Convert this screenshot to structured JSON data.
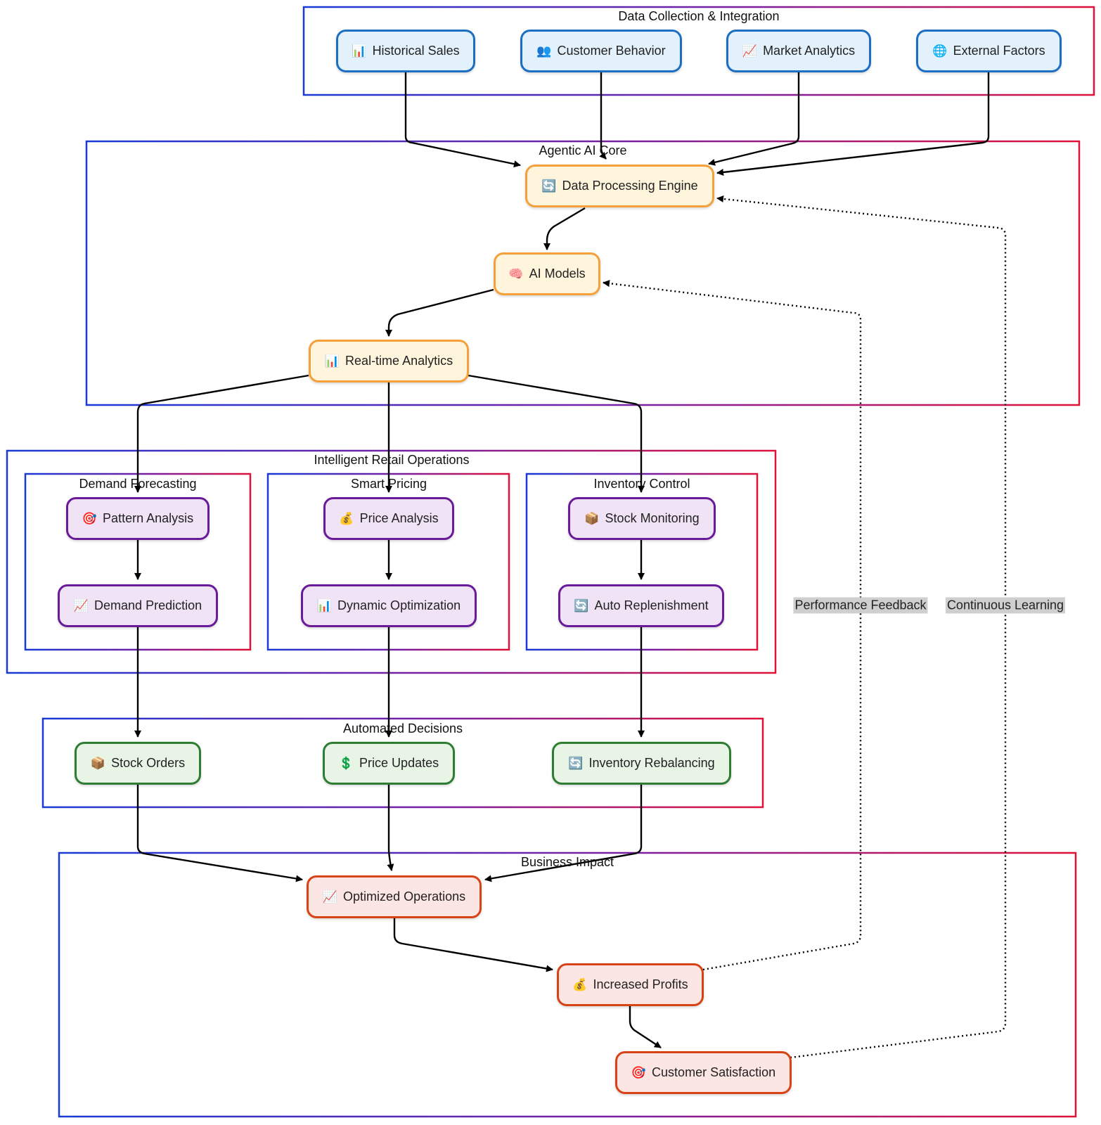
{
  "groups": {
    "data_collection": "Data Collection & Integration",
    "ai_core": "Agentic AI Core",
    "retail_ops": "Intelligent Retail Operations",
    "demand_forecasting": "Demand Forecasting",
    "smart_pricing": "Smart Pricing",
    "inventory_control": "Inventory Control",
    "automated_decisions": "Automated Decisions",
    "business_impact": "Business Impact"
  },
  "nodes": {
    "historical_sales": {
      "icon": "📊",
      "label": "Historical Sales"
    },
    "customer_behavior": {
      "icon": "👥",
      "label": "Customer Behavior"
    },
    "market_analytics": {
      "icon": "📈",
      "label": "Market Analytics"
    },
    "external_factors": {
      "icon": "🌐",
      "label": "External Factors"
    },
    "data_processing": {
      "icon": "🔄",
      "label": "Data Processing Engine"
    },
    "ai_models": {
      "icon": "🧠",
      "label": "AI Models"
    },
    "realtime_analytics": {
      "icon": "📊",
      "label": "Real-time Analytics"
    },
    "pattern_analysis": {
      "icon": "🎯",
      "label": "Pattern Analysis"
    },
    "demand_prediction": {
      "icon": "📈",
      "label": "Demand Prediction"
    },
    "price_analysis": {
      "icon": "💰",
      "label": "Price Analysis"
    },
    "dynamic_optimization": {
      "icon": "📊",
      "label": "Dynamic Optimization"
    },
    "stock_monitoring": {
      "icon": "📦",
      "label": "Stock Monitoring"
    },
    "auto_replenishment": {
      "icon": "🔄",
      "label": "Auto Replenishment"
    },
    "stock_orders": {
      "icon": "📦",
      "label": "Stock Orders"
    },
    "price_updates": {
      "icon": "💲",
      "label": "Price Updates"
    },
    "inventory_rebalancing": {
      "icon": "🔄",
      "label": "Inventory Rebalancing"
    },
    "optimized_operations": {
      "icon": "📈",
      "label": "Optimized Operations"
    },
    "increased_profits": {
      "icon": "💰",
      "label": "Increased Profits"
    },
    "customer_satisfaction": {
      "icon": "🎯",
      "label": "Customer Satisfaction"
    }
  },
  "edge_labels": {
    "performance_feedback": "Performance Feedback",
    "continuous_learning": "Continuous Learning"
  },
  "colors": {
    "group_border_start": "#1a3ad6",
    "group_border_mid": "#7a1fa2",
    "group_border_end": "#e0123a",
    "edge": "#000000"
  }
}
